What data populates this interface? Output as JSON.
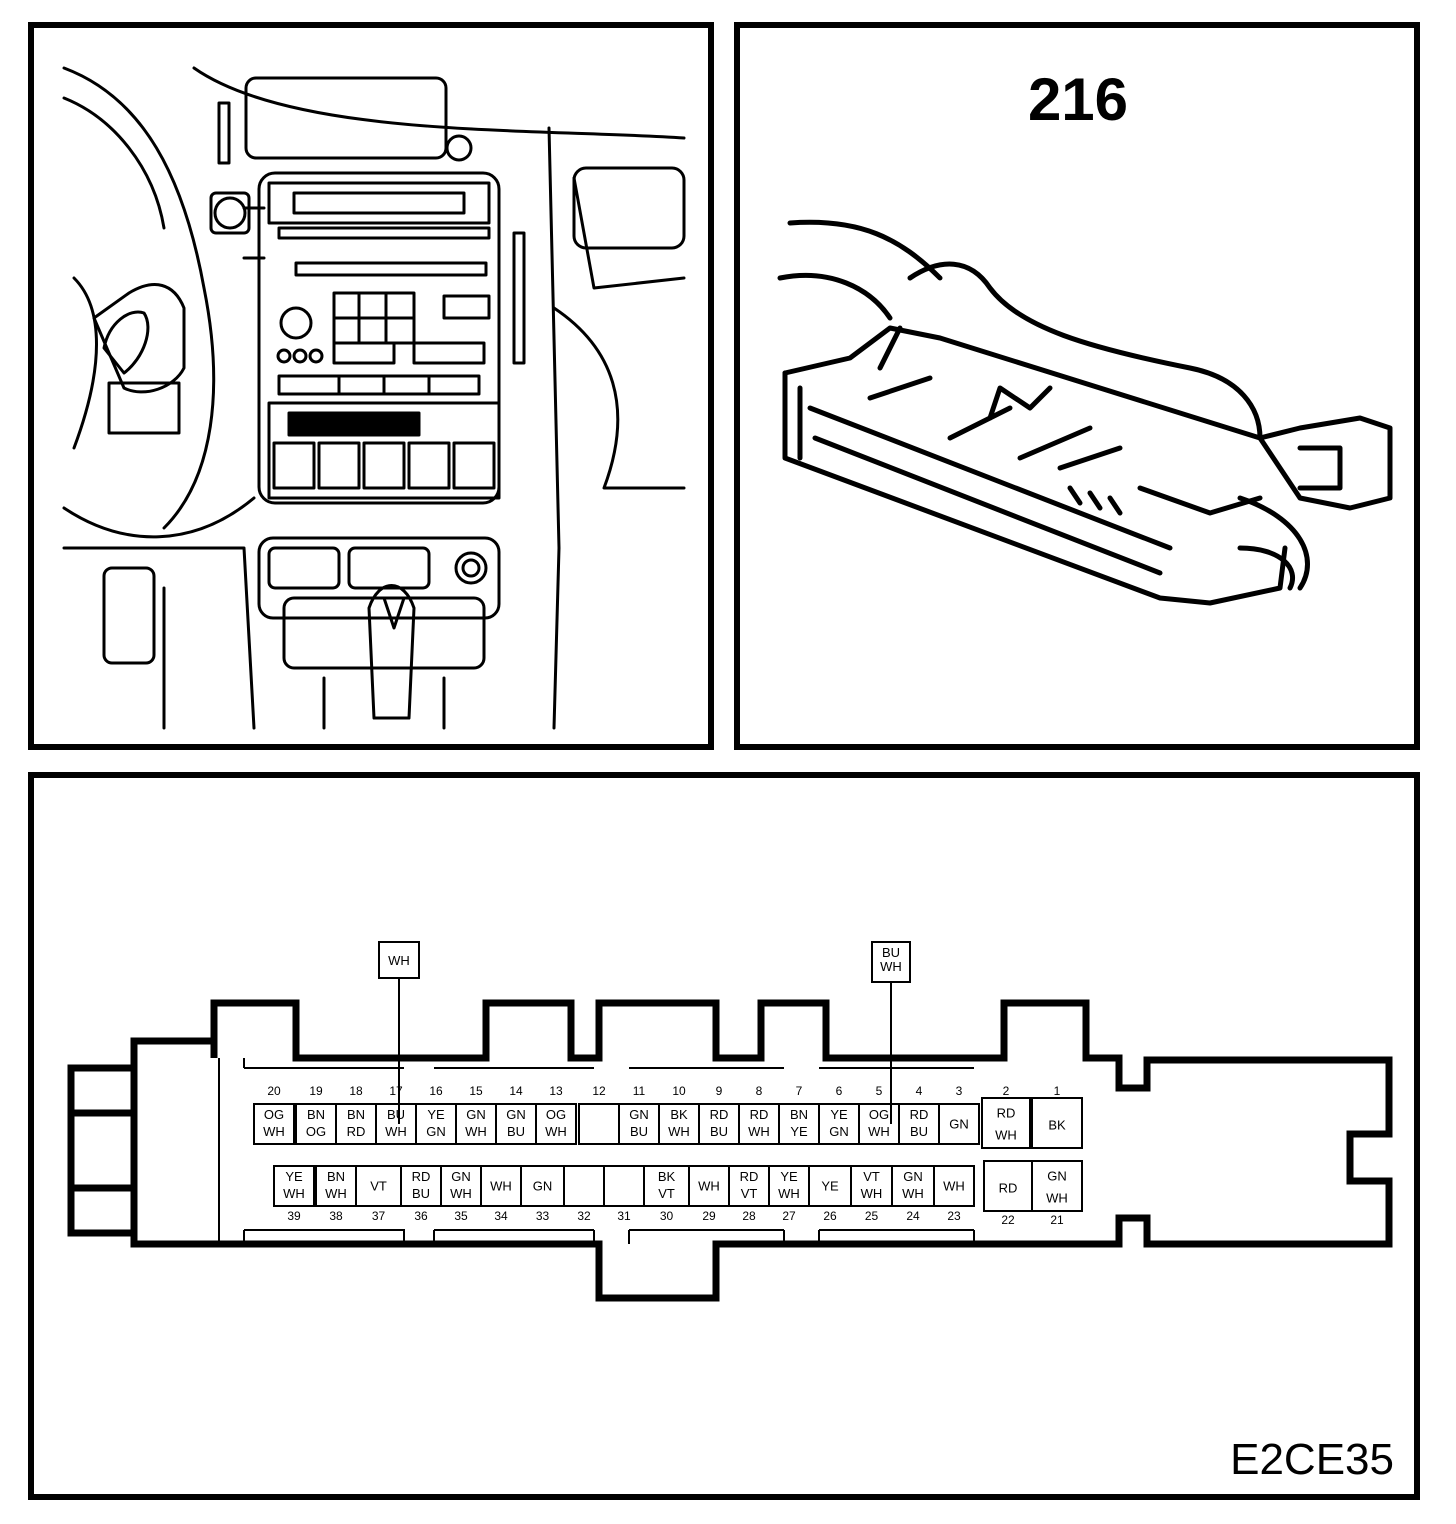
{
  "panel_top_right": {
    "connector_number": "216"
  },
  "panel_bottom": {
    "figure_code": "E2CE35",
    "callouts": [
      {
        "pin": "17",
        "color": [
          "WH"
        ]
      },
      {
        "pin": "5",
        "color": [
          "BU",
          "WH"
        ]
      }
    ],
    "top_row_pins": [
      {
        "num": "20",
        "color": [
          "OG",
          "WH"
        ]
      },
      {
        "num": "19",
        "color": [
          "BN",
          "OG"
        ]
      },
      {
        "num": "18",
        "color": [
          "BN",
          "RD"
        ]
      },
      {
        "num": "17",
        "color": [
          "BU",
          "WH"
        ]
      },
      {
        "num": "16",
        "color": [
          "YE",
          "GN"
        ]
      },
      {
        "num": "15",
        "color": [
          "GN",
          "WH"
        ]
      },
      {
        "num": "14",
        "color": [
          "GN",
          "BU"
        ]
      },
      {
        "num": "13",
        "color": [
          "OG",
          "WH"
        ]
      },
      {
        "num": "12",
        "color": []
      },
      {
        "num": "11",
        "color": [
          "GN",
          "BU"
        ]
      },
      {
        "num": "10",
        "color": [
          "BK",
          "WH"
        ]
      },
      {
        "num": "9",
        "color": [
          "RD",
          "BU"
        ]
      },
      {
        "num": "8",
        "color": [
          "RD",
          "WH"
        ]
      },
      {
        "num": "7",
        "color": [
          "BN",
          "YE"
        ]
      },
      {
        "num": "6",
        "color": [
          "YE",
          "GN"
        ]
      },
      {
        "num": "5",
        "color": [
          "OG",
          "WH"
        ]
      },
      {
        "num": "4",
        "color": [
          "RD",
          "BU"
        ]
      },
      {
        "num": "3",
        "color": [
          "GN"
        ]
      },
      {
        "num": "2",
        "color": [
          "RD",
          "WH"
        ]
      },
      {
        "num": "1",
        "color": [
          "BK"
        ]
      }
    ],
    "bottom_row_pins": [
      {
        "num": "39",
        "color": [
          "YE",
          "WH"
        ]
      },
      {
        "num": "38",
        "color": [
          "BN",
          "WH"
        ]
      },
      {
        "num": "37",
        "color": [
          "VT"
        ]
      },
      {
        "num": "36",
        "color": [
          "RD",
          "BU"
        ]
      },
      {
        "num": "35",
        "color": [
          "GN",
          "WH"
        ]
      },
      {
        "num": "34",
        "color": [
          "WH"
        ]
      },
      {
        "num": "33",
        "color": [
          "GN"
        ]
      },
      {
        "num": "32",
        "color": []
      },
      {
        "num": "31",
        "color": []
      },
      {
        "num": "30",
        "color": [
          "BK",
          "VT"
        ]
      },
      {
        "num": "29",
        "color": [
          "WH"
        ]
      },
      {
        "num": "28",
        "color": [
          "RD",
          "VT"
        ]
      },
      {
        "num": "27",
        "color": [
          "YE",
          "WH"
        ]
      },
      {
        "num": "26",
        "color": [
          "YE"
        ]
      },
      {
        "num": "25",
        "color": [
          "VT",
          "WH"
        ]
      },
      {
        "num": "24",
        "color": [
          "GN",
          "WH"
        ]
      },
      {
        "num": "23",
        "color": [
          "WH"
        ]
      },
      {
        "num": "22",
        "color": [
          "RD"
        ]
      },
      {
        "num": "21",
        "color": [
          "GN",
          "WH"
        ]
      }
    ]
  }
}
